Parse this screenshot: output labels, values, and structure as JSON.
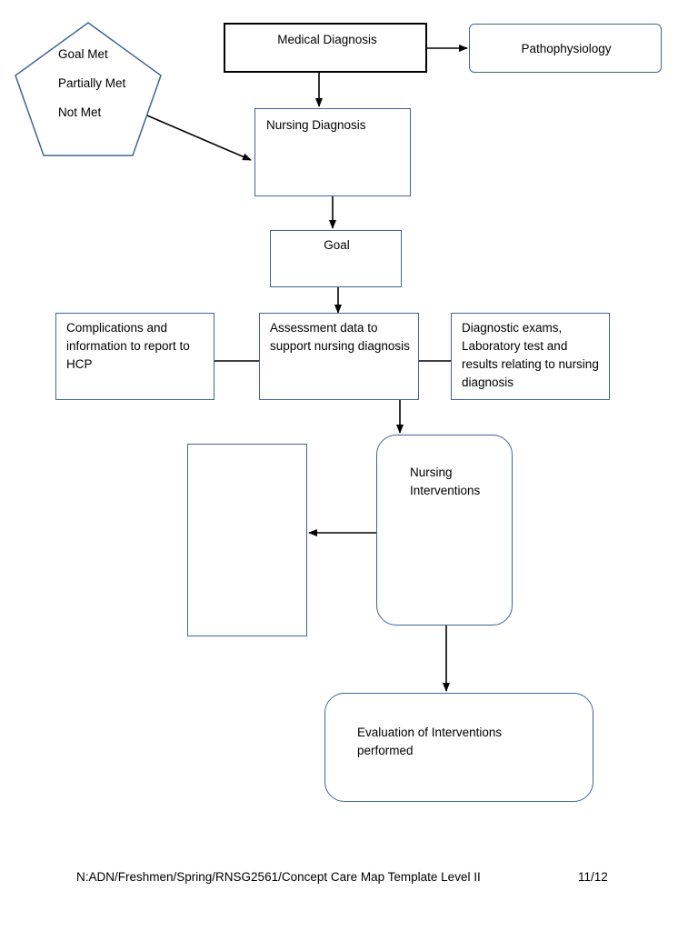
{
  "document": {
    "footer_path": "N:ADN/Freshmen/Spring/RNSG2561/Concept Care Map Template Level II",
    "footer_page": "11/12"
  },
  "colors": {
    "node_border": "#3f6596",
    "emphasis_border": "#000000",
    "connector": "#000000",
    "background": "#ffffff"
  },
  "legend": {
    "shape": "pentagon",
    "items": [
      {
        "label": "Goal\nMet"
      },
      {
        "label": "Partially\nMet"
      },
      {
        "label": "Not Met"
      }
    ]
  },
  "nodes": {
    "medical_diagnosis": {
      "label": "Medical Diagnosis",
      "shape": "rectangle",
      "emphasis": true
    },
    "pathophysiology": {
      "label": "Pathophysiology",
      "shape": "rounded-rectangle",
      "emphasis": false
    },
    "nursing_diagnosis": {
      "label": "Nursing Diagnosis",
      "shape": "rectangle",
      "emphasis": false
    },
    "goal": {
      "label": "Goal",
      "shape": "rectangle",
      "emphasis": false
    },
    "complications": {
      "label": "Complications and information to report to HCP",
      "shape": "rectangle",
      "emphasis": false
    },
    "assessment_data": {
      "label": "Assessment data to support nursing diagnosis",
      "shape": "rectangle",
      "emphasis": false
    },
    "diagnostic_exams": {
      "label": "Diagnostic exams,  Laboratory test and results relating to nursing diagnosis",
      "shape": "rectangle",
      "emphasis": false
    },
    "blank_box": {
      "label": "",
      "shape": "rectangle",
      "emphasis": false
    },
    "nursing_interventions": {
      "label": "Nursing Interventions",
      "shape": "rounded-rectangle",
      "emphasis": false
    },
    "evaluation": {
      "label": "Evaluation of Interventions performed",
      "shape": "rounded-rectangle",
      "emphasis": false
    }
  },
  "connectors": [
    {
      "from": "medical_diagnosis",
      "to": "pathophysiology",
      "direction": "right"
    },
    {
      "from": "medical_diagnosis",
      "to": "nursing_diagnosis",
      "direction": "down"
    },
    {
      "from": "legend",
      "to": "nursing_diagnosis",
      "direction": "down-right"
    },
    {
      "from": "nursing_diagnosis",
      "to": "goal",
      "direction": "down"
    },
    {
      "from": "goal",
      "to": "assessment_data",
      "direction": "down"
    },
    {
      "from": "complications",
      "to": "assessment_data",
      "direction": "right-plain"
    },
    {
      "from": "assessment_data",
      "to": "diagnostic_exams",
      "direction": "right-plain"
    },
    {
      "from": "assessment_data",
      "to": "nursing_interventions",
      "direction": "down"
    },
    {
      "from": "nursing_interventions",
      "to": "blank_box",
      "direction": "left"
    },
    {
      "from": "nursing_interventions",
      "to": "evaluation",
      "direction": "down"
    }
  ]
}
